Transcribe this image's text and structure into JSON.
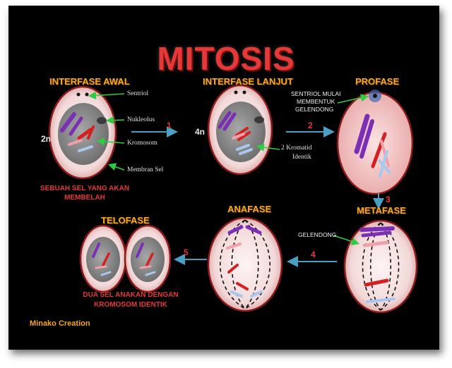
{
  "title": "MITOSIS",
  "stages": {
    "interfase_awal": "INTERFASE AWAL",
    "interfase_lanjut": "INTERFASE LANJUT",
    "profase": "PROFASE",
    "metafase": "METAFASE",
    "anafase": "ANAFASE",
    "telofase": "TELOFASE"
  },
  "labels": {
    "sentriol": "Sentriol",
    "nukleolus": "Nukleolus",
    "kromosom": "Kromosom",
    "membran_sel": "Membran Sel",
    "kromatid_line1": "2 Kromatid",
    "kromatid_line2": "Identik",
    "sentriol_mulai_line1": "SENTRIOL MULAI",
    "sentriol_mulai_line2": "MEMBENTUK",
    "sentriol_mulai_line3": "GELENDONG",
    "gelendong": "GELENDONG"
  },
  "ploidy": {
    "awal": "2n",
    "lanjut": "4n"
  },
  "steps": [
    "1",
    "2",
    "3",
    "4",
    "5"
  ],
  "captions": {
    "awal_line1": "SEBUAH SEL YANG AKAN",
    "awal_line2": "MEMBELAH",
    "telofase_line1": "DUA SEL ANAKAN DENGAN",
    "telofase_line2": "KROMOSOM IDENTIK"
  },
  "credit": "Minako Creation",
  "colors": {
    "background": "#000000",
    "title": "#e53939",
    "stage_label": "#f5a623",
    "cell_fill": "#f2d9d9",
    "cell_outline": "#8b1a1a",
    "nucleus": "#8a8a8a",
    "arrow_step": "#4a9fc2",
    "arrow_pointer": "#2ecc40",
    "chromosome_purple": "#7b2fb5",
    "chromosome_red": "#d42020",
    "chromosome_pink": "#f0a0a8",
    "chromosome_blue": "#a8c8f0"
  }
}
